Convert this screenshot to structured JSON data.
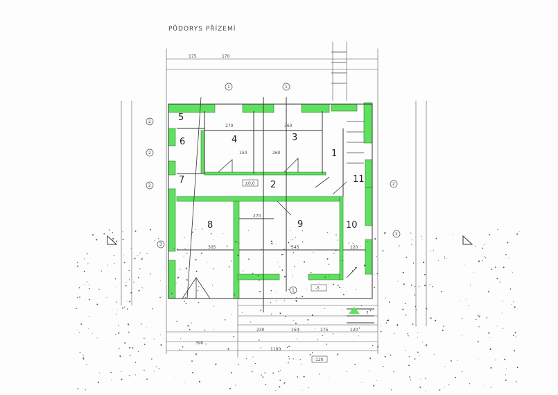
{
  "title": "PŮDORYS PŘÍZEMÍ",
  "colors": {
    "wall_fill": "#5fe05f",
    "line": "#3a3a3a",
    "paper": "#fdfdfd"
  },
  "rooms": [
    "1",
    "2",
    "3",
    "4",
    "5",
    "6",
    "7",
    "8",
    "9",
    "10",
    "11"
  ],
  "levels": {
    "main": "±0,0",
    "entry": "-5",
    "terrain": "-120"
  },
  "dimensions": {
    "room4_width": "270",
    "room3_width": "360",
    "room8_width": "305",
    "room9_width": "545",
    "room10_width": "120",
    "door_a": "150",
    "door_b": "260",
    "room9_depth": "270",
    "bottom_a": "230",
    "bottom_b": "150",
    "bottom_c": "175",
    "bottom_d": "120",
    "bottom_left": "390",
    "total": "1100",
    "top_a": "175",
    "top_b": "170"
  },
  "axis_marks": [
    "1",
    "2",
    "3"
  ]
}
